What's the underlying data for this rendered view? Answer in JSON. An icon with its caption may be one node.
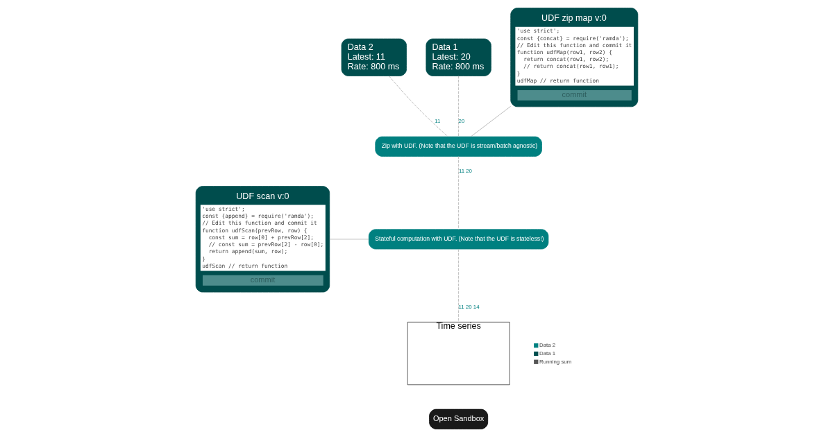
{
  "diagram": {
    "nodes": [
      {
        "text": [
          "Data 2",
          "Latest: 11",
          "Rate: 800 ms"
        ]
      },
      {
        "text": [
          "Data 1",
          "Latest: 20",
          "Rate: 800 ms"
        ]
      },
      {
        "text": [
          "UDF zip map v:0",
          "'use strict';",
          "const {concat} = require('ramda');",
          "// Edit this function and commit it",
          "function udfMap(row1, row2) {",
          "  return concat(row1, row2);",
          "  // return concat(row1, row1);",
          "}",
          "udfMap // return function",
          "commit"
        ]
      },
      {
        "text": [
          "Zip with UDF. (Note that the UDF is stream/batch agnostic)"
        ]
      },
      {
        "text": [
          "UDF scan v:0",
          "'use strict';",
          "const {append} = require('ramda');",
          "// Edit this function and commit it",
          "function udfScan(prevRow, row) {",
          "  const sum = row[0] + prevRow[2];",
          "  // const sum = prevRow[2] - row[0];",
          "  return append(sum, row);",
          "}",
          "udfScan // return function",
          "commit"
        ]
      },
      {
        "text": [
          "Stateful computation with UDF. (Note that the UDF is stateless!)"
        ]
      },
      {
        "text": [
          "Time series"
        ]
      }
    ],
    "edges": [
      {
        "from": 0,
        "to": 3,
        "arrow": "none",
        "label": "11",
        "style": "dashed"
      },
      {
        "from": 1,
        "to": 3,
        "arrow": "none",
        "label": "20",
        "style": "dashed"
      },
      {
        "from": 2,
        "to": 3,
        "arrow": "none"
      },
      {
        "from": 3,
        "to": 5,
        "arrow": "none",
        "label": "11 20",
        "style": "dashed"
      },
      {
        "from": 4,
        "to": 5,
        "arrow": "none"
      },
      {
        "from": 5,
        "to": 6,
        "arrow": "none",
        "label": "11 20 14",
        "style": "dashed"
      }
    ],
    "labels": [
      "Open Sandbox"
    ],
    "legend": [
      {
        "text": "Data 2",
        "color": "#008080"
      },
      {
        "text": "Data 1",
        "color": "#004d4d"
      },
      {
        "text": "Running sum",
        "color": "#555555"
      }
    ]
  }
}
